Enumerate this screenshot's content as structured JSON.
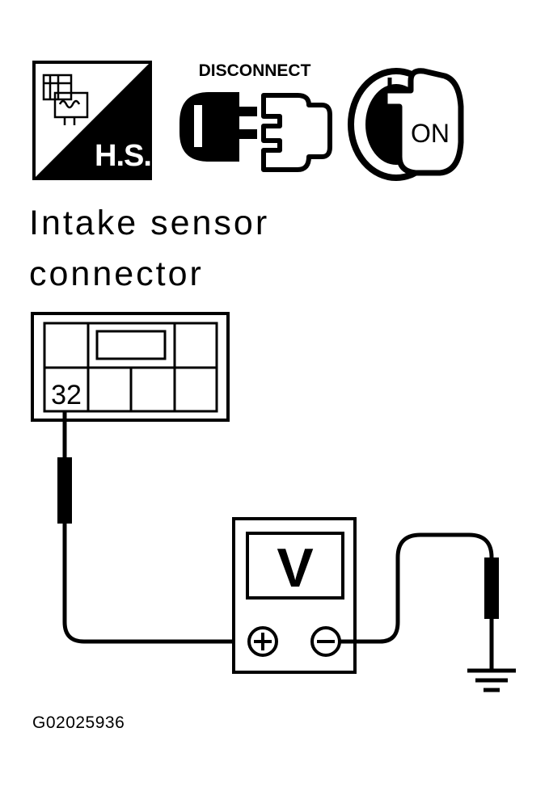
{
  "icons": {
    "harness_icon_name": "harness-connector-icon",
    "harness_label": "H.S.",
    "disconnect_icon_name": "disconnect-connector-icon",
    "disconnect_label": "DISCONNECT",
    "ignition_icon_name": "ignition-key-icon",
    "ignition_label": "ON"
  },
  "title": {
    "line1": "Intake sensor",
    "line2": "connector"
  },
  "connector": {
    "terminal_label": "32"
  },
  "meter": {
    "display": "V",
    "positive_symbol": "+",
    "negative_symbol": "−"
  },
  "figure_code": "G02025936",
  "colors": {
    "ink": "#000000",
    "paper": "#ffffff"
  }
}
